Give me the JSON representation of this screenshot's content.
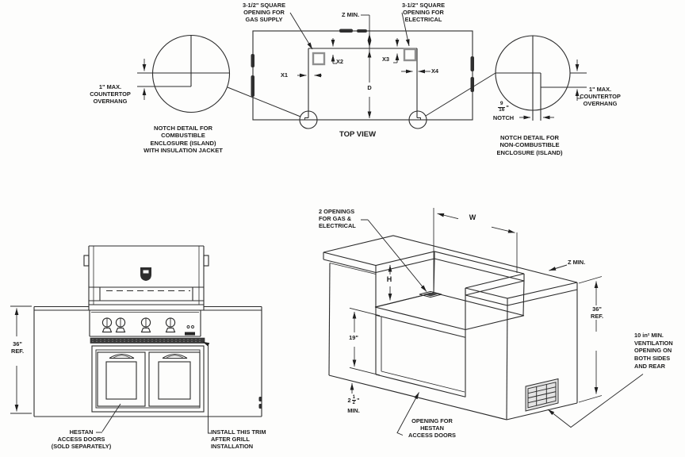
{
  "colors": {
    "line": "#2b2b2b",
    "accent_gray": "#8f8f8f",
    "dark_fill": "#3b3b3b"
  },
  "top_view": {
    "caption": "TOP VIEW",
    "gas_label": [
      "3-1/2\" SQUARE",
      "OPENING FOR",
      "GAS SUPPLY"
    ],
    "electrical_label": [
      "3-1/2\" SQUARE",
      "OPENING FOR",
      "ELECTRICAL"
    ],
    "z_min": "Z MIN.",
    "dim_d": "D",
    "dim_x1": "X1",
    "dim_x2": "X2",
    "dim_x3": "X3",
    "dim_x4": "X4",
    "left_detail": {
      "overhang": [
        "1\" MAX.",
        "COUNTERTOP",
        "OVERHANG"
      ],
      "caption": [
        "NOTCH DETAIL FOR",
        "COMBUSTIBLE",
        "ENCLOSURE (ISLAND)",
        "WITH INSULATION JACKET"
      ]
    },
    "right_detail": {
      "overhang": [
        "1\" MAX.",
        "COUNTERTOP",
        "OVERHANG"
      ],
      "notch_num": "9",
      "notch_den": "16",
      "notch_unit": "\"",
      "notch_word": "NOTCH",
      "caption": [
        "NOTCH DETAIL FOR",
        "NON-COMBUSTIBLE",
        "ENCLOSURE (ISLAND)"
      ]
    }
  },
  "front_view": {
    "height_ref": [
      "36\"",
      "REF."
    ],
    "doors_label": [
      "HESTAN",
      "ACCESS DOORS",
      "(SOLD SEPARATELY)"
    ],
    "trim_label": [
      "INSTALL THIS TRIM",
      "AFTER GRILL",
      "INSTALLATION"
    ]
  },
  "iso_view": {
    "openings_label": [
      "2 OPENINGS",
      "FOR GAS &",
      "ELECTRICAL"
    ],
    "dim_w": "W",
    "z_min": "Z MIN.",
    "dim_h": "H",
    "dim_19": "19\"",
    "height_ref": [
      "36\"",
      "REF."
    ],
    "clearance_whole": "2",
    "clearance_num": "1",
    "clearance_den": "2",
    "clearance_unit": "\"",
    "clearance_min": "MIN.",
    "vent_label": [
      "10 in² MIN.",
      "VENTILATION",
      "OPENING ON",
      "BOTH SIDES",
      "AND REAR"
    ],
    "doors_opening_label": [
      "OPENING FOR",
      "HESTAN",
      "ACCESS DOORS"
    ]
  }
}
